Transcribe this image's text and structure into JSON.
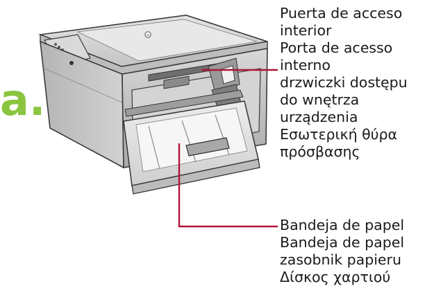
{
  "step": {
    "letter": "a."
  },
  "callouts": {
    "access_door": {
      "lines": [
        "Puerta de acceso",
        "interior",
        "Porta de acesso",
        "interno",
        "drzwiczki dostępu",
        "do wnętrza",
        "urządzenia",
        "Εσωτερική θύρα",
        "πρόσβασης"
      ]
    },
    "paper_tray": {
      "lines": [
        "Bandeja de papel",
        "Bandeja de papel",
        "zasobnik papieru",
        "Δίσκος χαρτιού"
      ]
    }
  },
  "colors": {
    "step_letter": "#8bc53f",
    "leader_line": "#b1123a",
    "printer_body": "#c9c9c9",
    "printer_outline": "#3a3a3a"
  },
  "printer": {
    "logo": "hp"
  }
}
